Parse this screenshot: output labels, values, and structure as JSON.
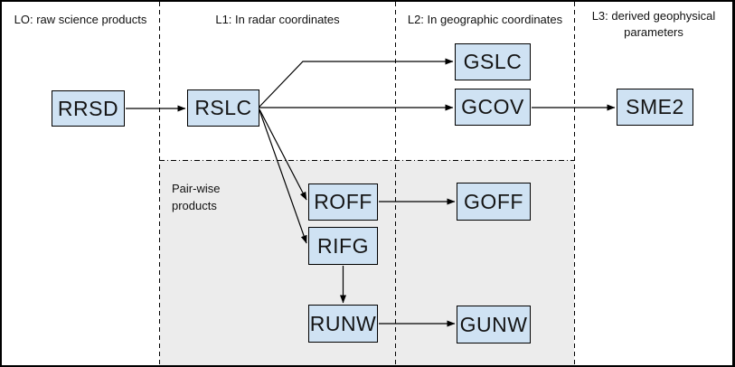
{
  "columns": [
    {
      "label": "LO: raw science products"
    },
    {
      "label": "L1: In radar coordinates"
    },
    {
      "label": "L2: In geographic coordinates"
    },
    {
      "label": "L3: derived geophysical parameters"
    }
  ],
  "region": {
    "label": "Pair-wise\nproducts"
  },
  "nodes": {
    "rrsd": {
      "label": "RRSD",
      "column": 0
    },
    "rslc": {
      "label": "RSLC",
      "column": 1
    },
    "gslc": {
      "label": "GSLC",
      "column": 2
    },
    "gcov": {
      "label": "GCOV",
      "column": 2
    },
    "sme2": {
      "label": "SME2",
      "column": 3
    },
    "roff": {
      "label": "ROFF",
      "column": 1
    },
    "goff": {
      "label": "GOFF",
      "column": 2
    },
    "rifg": {
      "label": "RIFG",
      "column": 1
    },
    "runw": {
      "label": "RUNW",
      "column": 1
    },
    "gunw": {
      "label": "GUNW",
      "column": 2
    }
  },
  "edges": [
    {
      "from": "RRSD",
      "to": "RSLC"
    },
    {
      "from": "RSLC",
      "to": "GSLC"
    },
    {
      "from": "RSLC",
      "to": "GCOV"
    },
    {
      "from": "RSLC",
      "to": "ROFF"
    },
    {
      "from": "RSLC",
      "to": "RIFG"
    },
    {
      "from": "GCOV",
      "to": "SME2"
    },
    {
      "from": "ROFF",
      "to": "GOFF"
    },
    {
      "from": "RIFG",
      "to": "RUNW"
    },
    {
      "from": "RUNW",
      "to": "GUNW"
    }
  ],
  "colors": {
    "node-fill": "#cfe2f3",
    "node-border": "#000000",
    "region-fill": "#ececec",
    "line": "#000000",
    "background": "#ffffff",
    "frame": "#000000"
  }
}
